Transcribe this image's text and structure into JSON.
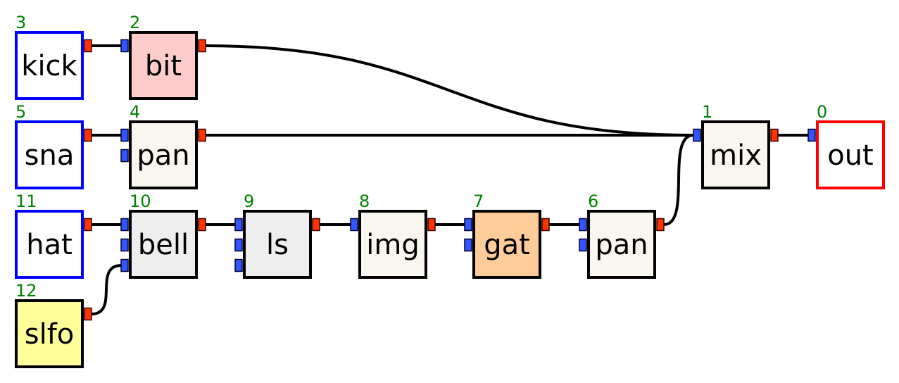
{
  "colors": {
    "source_border": "#0000ff",
    "output_border": "#ff0000",
    "default_border": "#000000",
    "port_in": "#3355ff",
    "port_out": "#ff3300",
    "id_label": "#008000"
  },
  "nodes": [
    {
      "id": "3",
      "label": "kick",
      "fill": "#ffffff",
      "border": "#0000ff",
      "inputs": 0,
      "output": true
    },
    {
      "id": "2",
      "label": "bit",
      "fill": "#ffcccc",
      "border": "#000000",
      "inputs": 1,
      "output": true
    },
    {
      "id": "5",
      "label": "sna",
      "fill": "#ffffff",
      "border": "#0000ff",
      "inputs": 0,
      "output": true
    },
    {
      "id": "4",
      "label": "pan",
      "fill": "#f8f6ee",
      "border": "#000000",
      "inputs": 2,
      "output": true
    },
    {
      "id": "11",
      "label": "hat",
      "fill": "#ffffff",
      "border": "#0000ff",
      "inputs": 0,
      "output": true
    },
    {
      "id": "10",
      "label": "bell",
      "fill": "#eeeeee",
      "border": "#000000",
      "inputs": 3,
      "output": true
    },
    {
      "id": "9",
      "label": "ls",
      "fill": "#eeeeee",
      "border": "#000000",
      "inputs": 3,
      "output": true
    },
    {
      "id": "8",
      "label": "img",
      "fill": "#f8f6ee",
      "border": "#000000",
      "inputs": 1,
      "output": true
    },
    {
      "id": "7",
      "label": "gat",
      "fill": "#ffcc99",
      "border": "#000000",
      "inputs": 2,
      "output": true
    },
    {
      "id": "6",
      "label": "pan",
      "fill": "#f8f6ee",
      "border": "#000000",
      "inputs": 2,
      "output": true
    },
    {
      "id": "12",
      "label": "slfo",
      "fill": "#ffff99",
      "border": "#000000",
      "inputs": 0,
      "output": true
    },
    {
      "id": "1",
      "label": "mix",
      "fill": "#f8f6ee",
      "border": "#000000",
      "inputs": 1,
      "output": true
    },
    {
      "id": "0",
      "label": "out",
      "fill": "#ffffff",
      "border": "#ff0000",
      "inputs": 1,
      "output": false
    }
  ],
  "edges": [
    {
      "from": "3",
      "to": "2",
      "port": 0
    },
    {
      "from": "5",
      "to": "4",
      "port": 0
    },
    {
      "from": "11",
      "to": "10",
      "port": 0
    },
    {
      "from": "12",
      "to": "10",
      "port": 2
    },
    {
      "from": "10",
      "to": "9",
      "port": 0
    },
    {
      "from": "9",
      "to": "8",
      "port": 0
    },
    {
      "from": "8",
      "to": "7",
      "port": 0
    },
    {
      "from": "7",
      "to": "6",
      "port": 0
    },
    {
      "from": "2",
      "to": "1",
      "port": 0
    },
    {
      "from": "4",
      "to": "1",
      "port": 0
    },
    {
      "from": "6",
      "to": "1",
      "port": 0
    },
    {
      "from": "1",
      "to": "0",
      "port": 0
    }
  ]
}
